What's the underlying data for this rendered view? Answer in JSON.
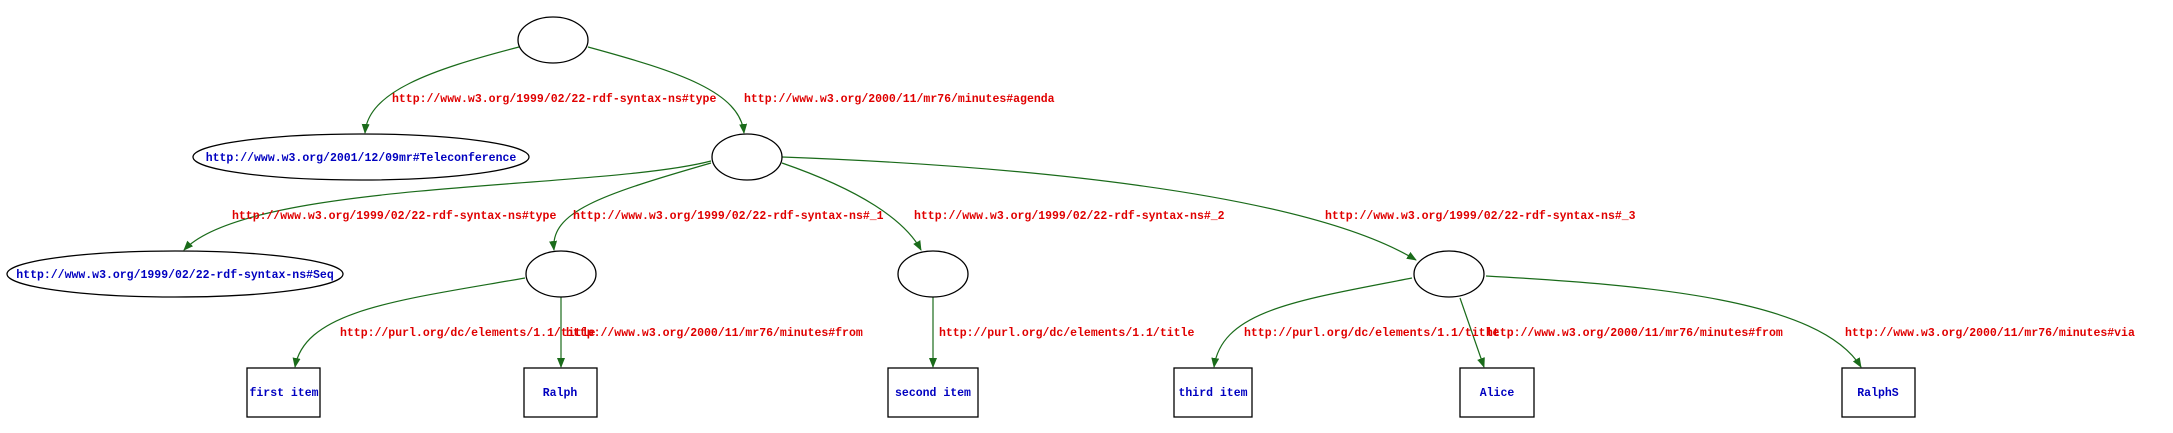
{
  "graph": {
    "nodes": {
      "root": "",
      "agenda": "",
      "teleconference": "http://www.w3.org/2001/12/09mr#Teleconference",
      "seq": "http://www.w3.org/1999/02/22-rdf-syntax-ns#Seq",
      "item1": "",
      "item2": "",
      "item3": "",
      "first_item": "first item",
      "ralph": "Ralph",
      "second_item": "second item",
      "third_item": "third item",
      "alice": "Alice",
      "ralphs": "RalphS"
    },
    "edges": {
      "root_type": "http://www.w3.org/1999/02/22-rdf-syntax-ns#type",
      "root_agenda": "http://www.w3.org/2000/11/mr76/minutes#agenda",
      "agenda_type": "http://www.w3.org/1999/02/22-rdf-syntax-ns#type",
      "agenda_1": "http://www.w3.org/1999/02/22-rdf-syntax-ns#_1",
      "agenda_2": "http://www.w3.org/1999/02/22-rdf-syntax-ns#_2",
      "agenda_3": "http://www.w3.org/1999/02/22-rdf-syntax-ns#_3",
      "item1_title": "http://purl.org/dc/elements/1.1/title",
      "item1_from": "http://www.w3.org/2000/11/mr76/minutes#from",
      "item2_title": "http://purl.org/dc/elements/1.1/title",
      "item3_title": "http://purl.org/dc/elements/1.1/title",
      "item3_from": "http://www.w3.org/2000/11/mr76/minutes#from",
      "item3_via": "http://www.w3.org/2000/11/mr76/minutes#via"
    },
    "colors": {
      "edge": "#1a6b1a",
      "edge_label": "#e00000",
      "node_label": "#0000c0"
    }
  }
}
